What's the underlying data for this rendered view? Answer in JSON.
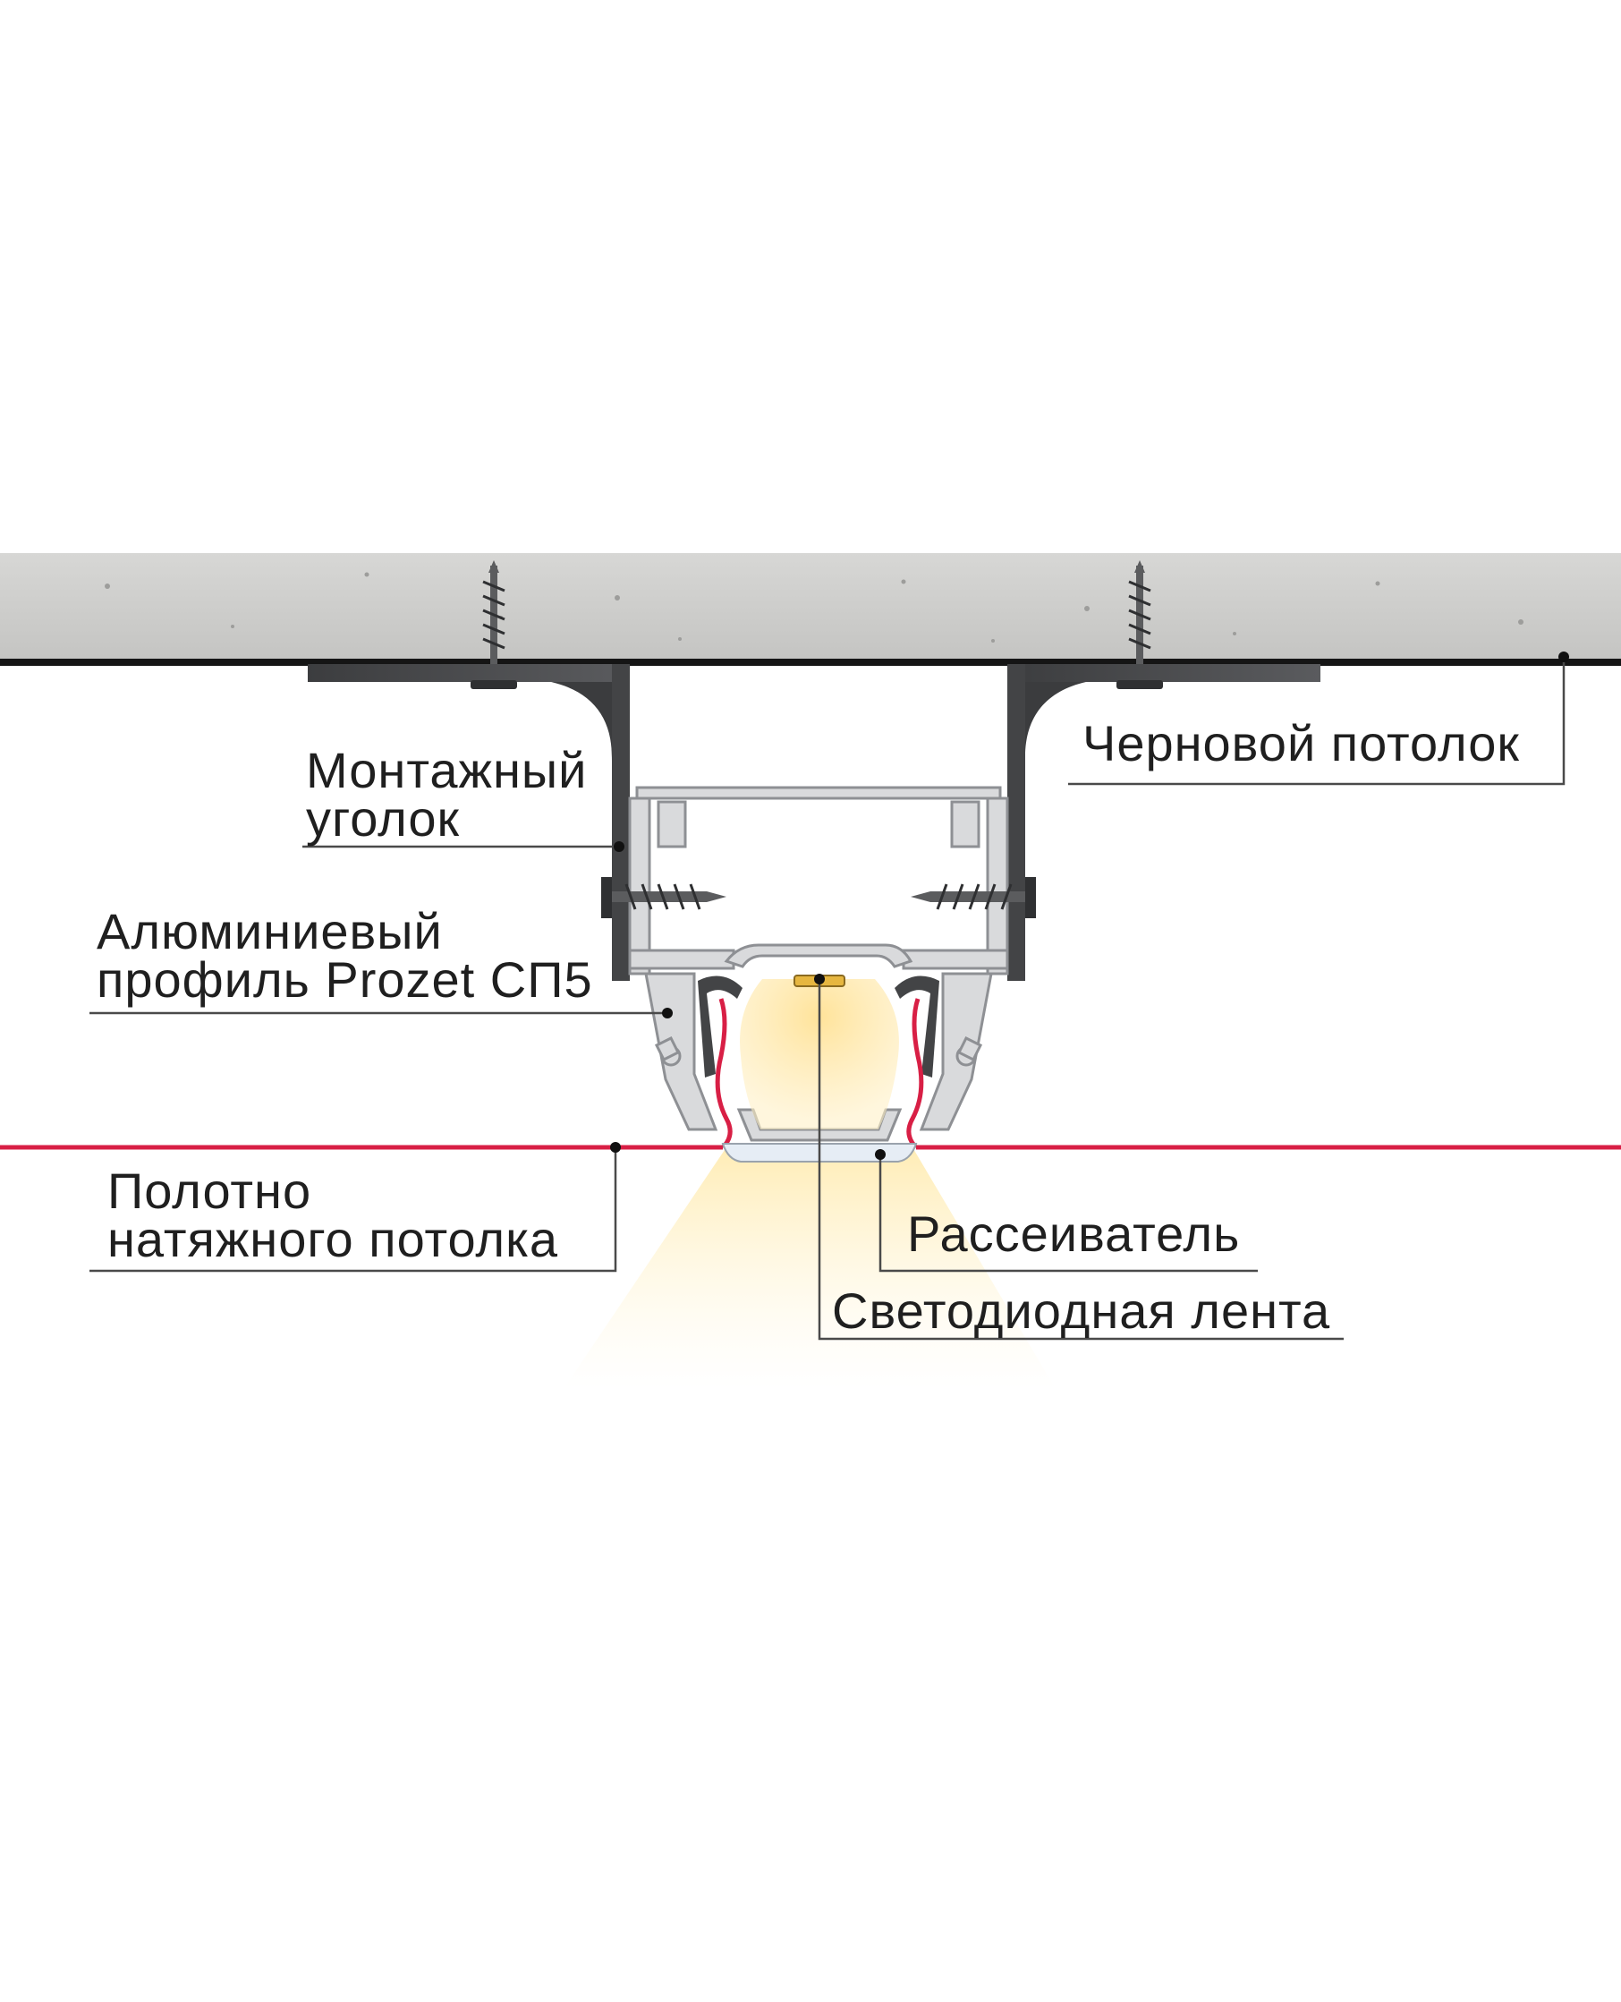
{
  "labels": {
    "rough_ceiling": "Черновой потолок",
    "mounting_bracket_line1": "Монтажный",
    "mounting_bracket_line2": "уголок",
    "aluminum_profile_line1": "Алюминиевый",
    "aluminum_profile_line2": "профиль Prozet СП5",
    "stretch_film_line1": "Полотно",
    "stretch_film_line2": "натяжного потолка",
    "diffuser": "Рассеиватель",
    "led_strip": "Светодиодная лента"
  },
  "colors": {
    "concrete": "#cfcfcd",
    "bracket": "#4a4b4d",
    "aluminum": "#d9dadc",
    "film": "#d81f45",
    "light": "#ffe9a8",
    "leader_line": "#4a4a4a"
  }
}
